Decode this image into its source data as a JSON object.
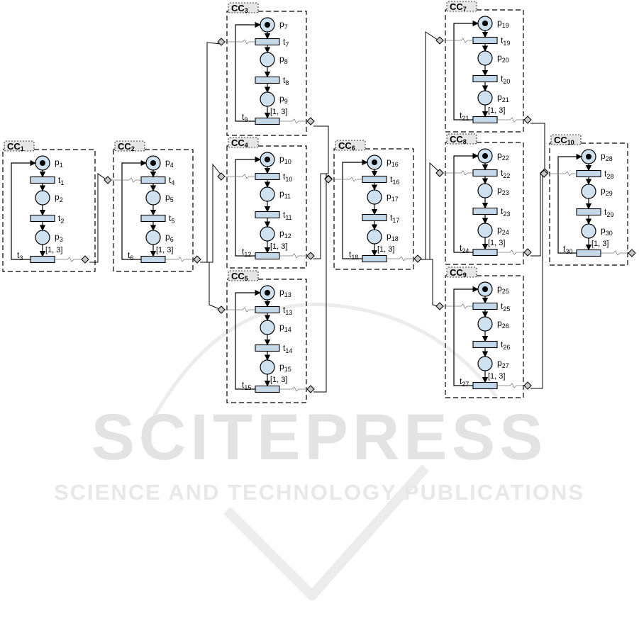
{
  "colors": {
    "place_fill": "#cfe0ee",
    "transition_fill": "#c6d9ea",
    "line": "#000000",
    "connector_fill": "#c8c8c8",
    "label_fill": "#e6e6e6",
    "watermark": "#e3e3e3"
  },
  "watermark": {
    "title": "SCITEPRESS",
    "subtitle": "SCIENCE AND TECHNOLOGY PUBLICATIONS"
  },
  "components": [
    {
      "label": "CC",
      "sub": "1",
      "places": [
        {
          "p": "p",
          "s": "1"
        },
        {
          "p": "p",
          "s": "2"
        },
        {
          "p": "p",
          "s": "3"
        }
      ],
      "transitions": [
        {
          "p": "t",
          "s": "1"
        },
        {
          "p": "t",
          "s": "2"
        },
        {
          "p": "t",
          "s": "3"
        }
      ],
      "interval": "[1, 3]"
    },
    {
      "label": "CC",
      "sub": "2",
      "places": [
        {
          "p": "p",
          "s": "4"
        },
        {
          "p": "p",
          "s": "5"
        },
        {
          "p": "p",
          "s": "6"
        }
      ],
      "transitions": [
        {
          "p": "t",
          "s": "4"
        },
        {
          "p": "t",
          "s": "5"
        },
        {
          "p": "t",
          "s": "6"
        }
      ],
      "interval": "[1, 3]"
    },
    {
      "label": "CC",
      "sub": "3",
      "places": [
        {
          "p": "p",
          "s": "7"
        },
        {
          "p": "p",
          "s": "8"
        },
        {
          "p": "p",
          "s": "9"
        }
      ],
      "transitions": [
        {
          "p": "t",
          "s": "7"
        },
        {
          "p": "t",
          "s": "8"
        },
        {
          "p": "t",
          "s": "9"
        }
      ],
      "interval": "[1, 3]"
    },
    {
      "label": "CC",
      "sub": "4",
      "places": [
        {
          "p": "p",
          "s": "10"
        },
        {
          "p": "p",
          "s": "11"
        },
        {
          "p": "p",
          "s": "12"
        }
      ],
      "transitions": [
        {
          "p": "t",
          "s": "10"
        },
        {
          "p": "t",
          "s": "11"
        },
        {
          "p": "t",
          "s": "12"
        }
      ],
      "interval": "[1, 3]"
    },
    {
      "label": "CC",
      "sub": "5",
      "places": [
        {
          "p": "p",
          "s": "13"
        },
        {
          "p": "p",
          "s": "14"
        },
        {
          "p": "p",
          "s": "15"
        }
      ],
      "transitions": [
        {
          "p": "t",
          "s": "13"
        },
        {
          "p": "t",
          "s": "14"
        },
        {
          "p": "t",
          "s": "15"
        }
      ],
      "interval": "[1, 3]"
    },
    {
      "label": "CC",
      "sub": "6",
      "places": [
        {
          "p": "p",
          "s": "16"
        },
        {
          "p": "p",
          "s": "17"
        },
        {
          "p": "p",
          "s": "18"
        }
      ],
      "transitions": [
        {
          "p": "t",
          "s": "16"
        },
        {
          "p": "t",
          "s": "17"
        },
        {
          "p": "t",
          "s": "18"
        }
      ],
      "interval": "[1, 3]"
    },
    {
      "label": "CC",
      "sub": "7",
      "places": [
        {
          "p": "p",
          "s": "19"
        },
        {
          "p": "p",
          "s": "20"
        },
        {
          "p": "p",
          "s": "21"
        }
      ],
      "transitions": [
        {
          "p": "t",
          "s": "19"
        },
        {
          "p": "t",
          "s": "20"
        },
        {
          "p": "t",
          "s": "21"
        }
      ],
      "interval": "[1, 3]"
    },
    {
      "label": "CC",
      "sub": "8",
      "places": [
        {
          "p": "p",
          "s": "22"
        },
        {
          "p": "p",
          "s": "23"
        },
        {
          "p": "p",
          "s": "24"
        }
      ],
      "transitions": [
        {
          "p": "t",
          "s": "22"
        },
        {
          "p": "t",
          "s": "23"
        },
        {
          "p": "t",
          "s": "24"
        }
      ],
      "interval": "[1, 3]"
    },
    {
      "label": "CC",
      "sub": "9",
      "places": [
        {
          "p": "p",
          "s": "25"
        },
        {
          "p": "p",
          "s": "26"
        },
        {
          "p": "p",
          "s": "27"
        }
      ],
      "transitions": [
        {
          "p": "t",
          "s": "25"
        },
        {
          "p": "t",
          "s": "26"
        },
        {
          "p": "t",
          "s": "27"
        }
      ],
      "interval": "[1, 3]"
    },
    {
      "label": "CC",
      "sub": "10",
      "places": [
        {
          "p": "p",
          "s": "28"
        },
        {
          "p": "p",
          "s": "29"
        },
        {
          "p": "p",
          "s": "30"
        }
      ],
      "transitions": [
        {
          "p": "t",
          "s": "28"
        },
        {
          "p": "t",
          "s": "29"
        },
        {
          "p": "t",
          "s": "30"
        }
      ],
      "interval": "[1, 3]"
    }
  ]
}
